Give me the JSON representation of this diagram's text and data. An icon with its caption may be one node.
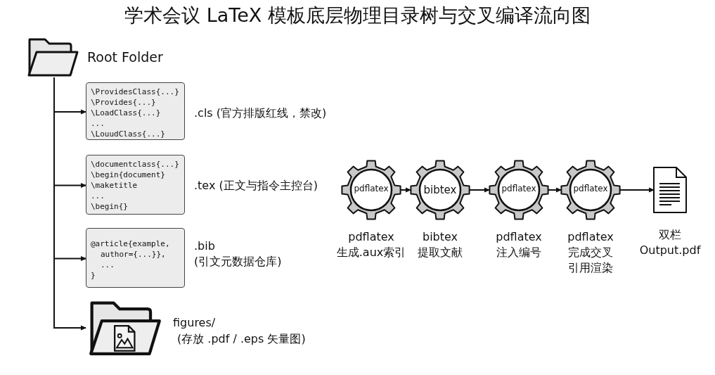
{
  "diagram": {
    "title": "学术会议 LaTeX 模板底层物理目录树与交叉编译流向图",
    "nodes": [
      {
        "text": [
          "Root Folder"
        ]
      },
      {
        "text": [
          "\\ProvidesClass{...}",
          "\\Provides{...}",
          "\\LoadClass{...}",
          "...",
          "\\LouudClass{...}"
        ],
        "beside": [
          ".cls (官方排版红线，禁改)"
        ]
      },
      {
        "text": [
          "\\documentclass{...}",
          "\\begin{document}",
          "\\maketitle",
          "...",
          "\\begin{}"
        ],
        "beside": [
          ".tex (正文与指令主控台)"
        ]
      },
      {
        "text": [
          "@article{example,",
          "author={...}},",
          "...",
          "}"
        ],
        "beside": [
          ".bib",
          "(引文元数据仓库)"
        ]
      },
      {
        "text": [
          "figures/",
          "(存放 .pdf / .eps 矢量图)"
        ]
      },
      {
        "text": [
          "pdflatex"
        ],
        "beside": [
          "pdflatex",
          "生成.aux索引"
        ]
      },
      {
        "text": [
          "bibtex"
        ],
        "beside": [
          "bibtex",
          "提取文献"
        ]
      },
      {
        "text": [
          "pdflatex"
        ],
        "beside": [
          "pdflatex",
          "注入编号"
        ]
      },
      {
        "text": [
          "pdflatex"
        ],
        "beside": [
          "pdflatex",
          "完成交叉引用渲染"
        ]
      },
      {
        "text": [],
        "shape": "document",
        "beside": [
          "双栏",
          "Output.pdf"
        ]
      }
    ],
    "edges": [
      {
        "from": 0,
        "to": 1,
        "arrow": "to"
      },
      {
        "from": 0,
        "to": 2,
        "arrow": "to"
      },
      {
        "from": 0,
        "to": 3,
        "arrow": "to"
      },
      {
        "from": 0,
        "to": 4,
        "arrow": "to"
      },
      {
        "from": 5,
        "to": 6,
        "arrow": "to"
      },
      {
        "from": 6,
        "to": 7,
        "arrow": "to"
      },
      {
        "from": 7,
        "to": 8,
        "arrow": "to"
      },
      {
        "from": 8,
        "to": 9,
        "arrow": "to"
      }
    ]
  }
}
